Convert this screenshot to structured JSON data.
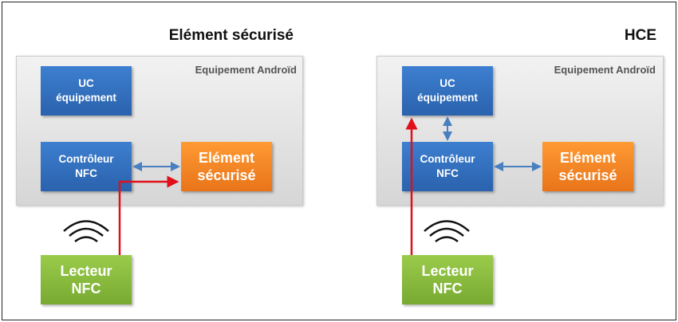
{
  "left": {
    "title": "Elément sécurisé",
    "container_label": "Equipement Androïd",
    "uc": {
      "line1": "UC",
      "line2": "équipement"
    },
    "controller": {
      "line1": "Contrôleur",
      "line2": "NFC"
    },
    "secure_element": {
      "line1": "Elément",
      "line2": "sécurisé"
    },
    "reader": {
      "line1": "Lecteur",
      "line2": "NFC"
    }
  },
  "right": {
    "title": "HCE",
    "container_label": "Equipement Androïd",
    "uc": {
      "line1": "UC",
      "line2": "équipement"
    },
    "controller": {
      "line1": "Contrôleur",
      "line2": "NFC"
    },
    "secure_element": {
      "line1": "Elément",
      "line2": "sécurisé"
    },
    "reader": {
      "line1": "Lecteur",
      "line2": "NFC"
    }
  },
  "colors": {
    "blue": "#2f6cba",
    "orange": "#f58220",
    "green": "#86b83c",
    "red_path": "#e0101a",
    "blue_arrow": "#4a7fc0"
  }
}
